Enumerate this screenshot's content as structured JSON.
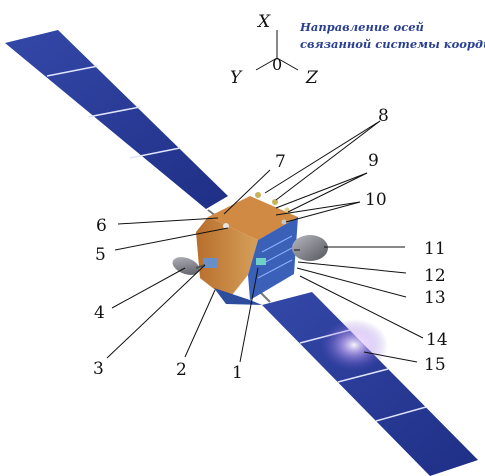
{
  "caption": {
    "line1": "Направление осей",
    "line2": "связанной системы координат"
  },
  "axes": {
    "x": "X",
    "y": "Y",
    "z": "Z",
    "origin": "0"
  },
  "callouts": [
    "1",
    "2",
    "3",
    "4",
    "5",
    "6",
    "7",
    "8",
    "9",
    "10",
    "11",
    "12",
    "13",
    "14",
    "15"
  ],
  "colors": {
    "panel": "#2b3fa0",
    "panel_dark": "#1f2f82",
    "body_gold": "#c9823a",
    "body_top": "#d08a44",
    "body_blue": "#3a60b8",
    "antenna_gray": "#7a7a82",
    "caption_text": "#2a3f8f"
  }
}
